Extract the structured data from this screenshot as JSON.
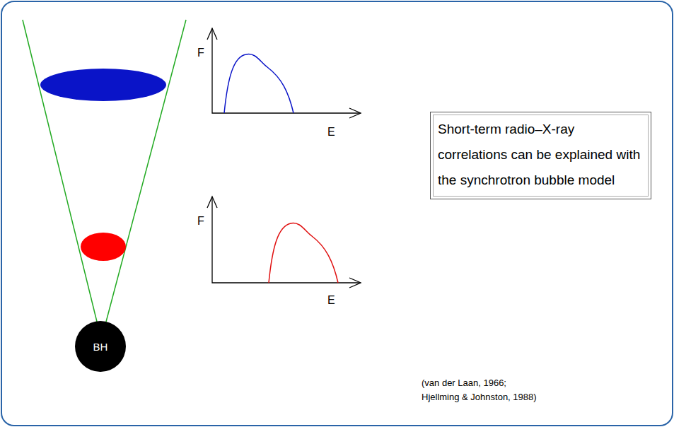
{
  "diagram": {
    "nodes": [
      {
        "text": [
          "BH"
        ]
      },
      {
        "text": [
          "Short-term radio–X-ray correlations can be explained with the synchrotron bubble model"
        ]
      }
    ],
    "labels": [
      "F",
      "E",
      "F",
      "E",
      "(van der Laan, 1966; Hjellming & Johnston, 1988)"
    ]
  }
}
